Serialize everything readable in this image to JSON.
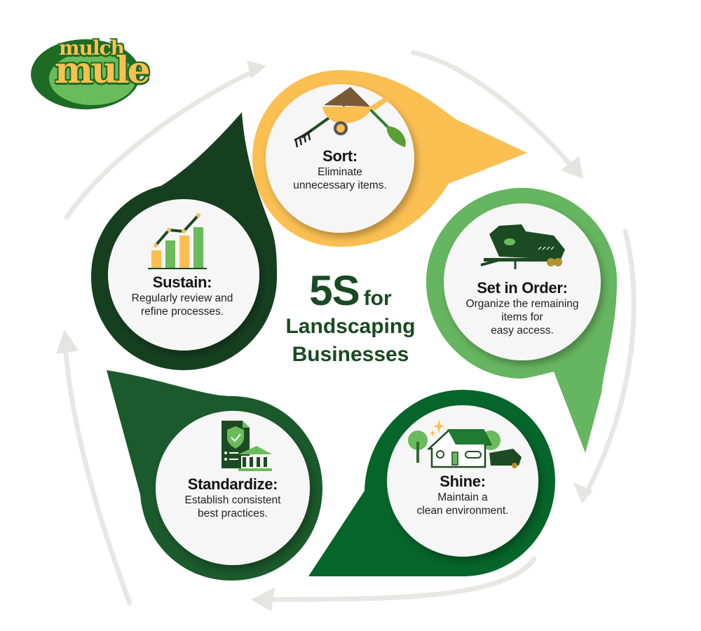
{
  "logo": {
    "line1": "mulch",
    "line2": "mule"
  },
  "center": {
    "big": "5S",
    "small": "for",
    "line2": "Landscaping",
    "line3": "Businesses"
  },
  "steps": [
    {
      "id": "sort",
      "title": "Sort:",
      "desc_lines": [
        "Eliminate",
        "unnecessary items."
      ],
      "color": "#fbbf52",
      "icon": "wheelbarrow-rake-shovel-icon"
    },
    {
      "id": "set-in-order",
      "title": "Set in Order:",
      "desc_lines": [
        "Organize the remaining",
        "items for",
        "easy access."
      ],
      "color": "#66b560",
      "icon": "mulch-trailer-icon"
    },
    {
      "id": "shine",
      "title": "Shine:",
      "desc_lines": [
        "Maintain a",
        "clean environment."
      ],
      "color": "#05652a",
      "icon": "clean-house-icon"
    },
    {
      "id": "standardize",
      "title": "Standardize:",
      "desc_lines": [
        "Establish consistent",
        "best practices."
      ],
      "color": "#1b5a2c",
      "icon": "document-shield-bank-icon"
    },
    {
      "id": "sustain",
      "title": "Sustain:",
      "desc_lines": [
        "Regularly review and",
        "refine processes."
      ],
      "color": "#163f20",
      "icon": "growth-bar-chart-icon"
    }
  ],
  "colors": {
    "arrow": "#e6e8e6",
    "inner_circle": "#f6f6f6",
    "title_green": "#1a4a22",
    "logo_yellow": "#f9c04f",
    "logo_green_dark": "#1e6b25",
    "logo_green_light": "#6abb5b"
  }
}
